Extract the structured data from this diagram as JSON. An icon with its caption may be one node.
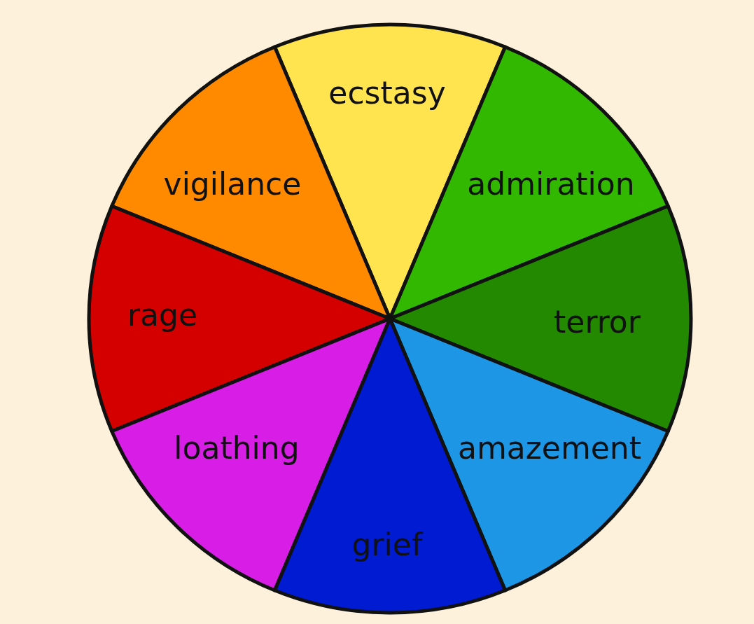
{
  "diagram": {
    "nodes": [
      {
        "text": [
          "ecstasy"
        ]
      },
      {
        "text": [
          "vigilance"
        ]
      },
      {
        "text": [
          "admiration"
        ]
      },
      {
        "text": [
          "rage"
        ]
      },
      {
        "text": [
          "terror"
        ]
      },
      {
        "text": [
          "loathing"
        ]
      },
      {
        "text": [
          "amazement"
        ]
      },
      {
        "text": [
          "grief"
        ]
      }
    ]
  }
}
